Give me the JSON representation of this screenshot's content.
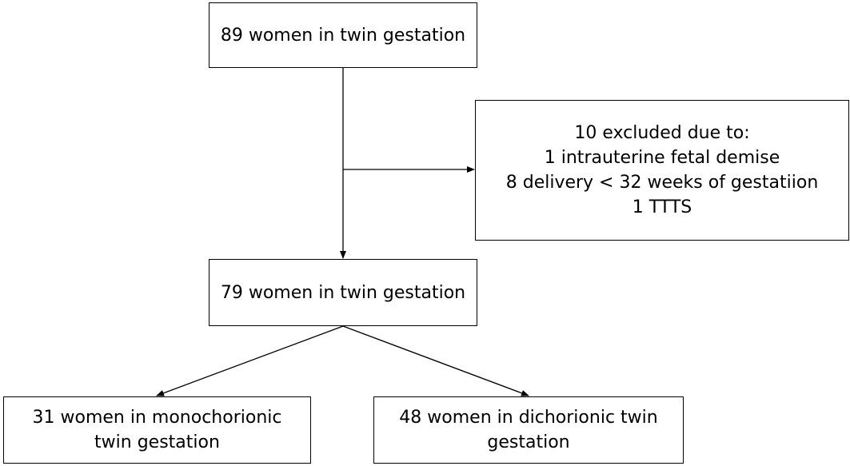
{
  "nodes": {
    "top": {
      "lines": [
        "89 women in twin gestation"
      ]
    },
    "excluded": {
      "lines": [
        "10 excluded due to:",
        "1 intrauterine fetal demise",
        "8 delivery < 32 weeks of gestatiion",
        "1 TTTS"
      ]
    },
    "middle": {
      "lines": [
        "79 women in twin gestation"
      ]
    },
    "left": {
      "lines": [
        "31 women in monochorionic",
        "twin gestation"
      ]
    },
    "right": {
      "lines": [
        "48 women in dichorionic twin",
        "gestation"
      ]
    }
  },
  "colors": {
    "stroke": "#000000",
    "background": "#ffffff"
  }
}
